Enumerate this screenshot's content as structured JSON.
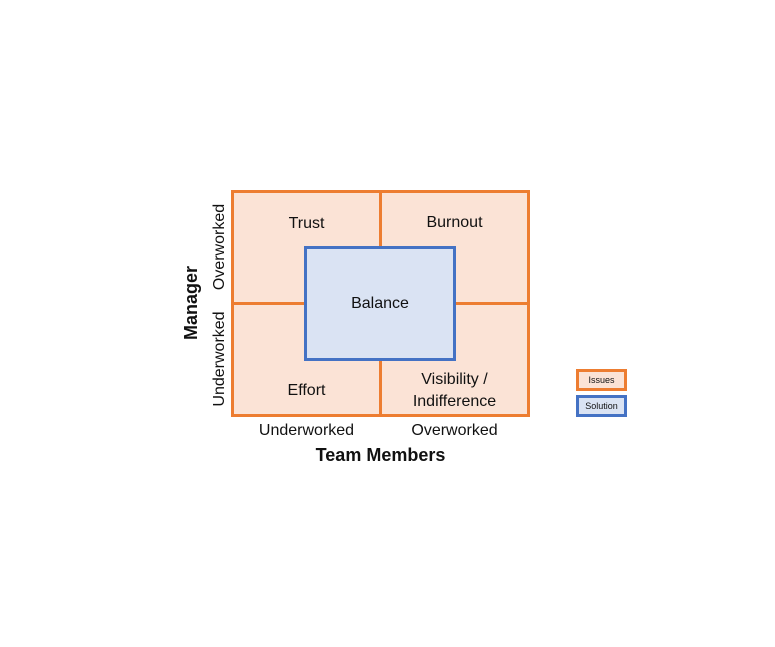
{
  "quadrants": {
    "top_left": "Trust",
    "top_right": "Burnout",
    "bottom_left": "Effort",
    "bottom_right": "Visibility /\nIndifference",
    "center": "Balance"
  },
  "axes": {
    "x_title": "Team Members",
    "x_ticks": [
      "Underworked",
      "Overworked"
    ],
    "y_title": "Manager",
    "y_ticks": [
      "Underworked",
      "Overworked"
    ]
  },
  "legend": [
    {
      "label": "Issues",
      "fill": "#fbe3d6",
      "border": "#ed7d31"
    },
    {
      "label": "Solution",
      "fill": "#dae3f3",
      "border": "#4472c4"
    }
  ],
  "colors": {
    "issue_fill": "#fbe3d6",
    "issue_border": "#ed7d31",
    "solution_fill": "#dae3f3",
    "solution_border": "#4472c4"
  }
}
